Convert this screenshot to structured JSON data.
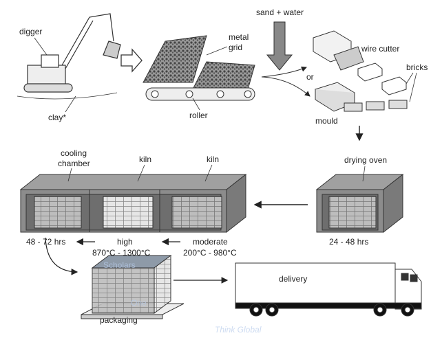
{
  "labels": {
    "digger": "digger",
    "clay": "clay*",
    "metal": "metal",
    "grid": "grid",
    "roller": "roller",
    "sand_water": "sand + water",
    "or": "or",
    "wire_cutter": "wire cutter",
    "bricks": "bricks",
    "mould": "mould",
    "drying_oven": "drying oven",
    "cooling": "cooling",
    "chamber": "chamber",
    "kiln_high": "kiln",
    "kiln_moderate": "kiln",
    "cooling_time": "48 - 72 hrs",
    "high": "high",
    "high_temp": "870°C - 1300°C",
    "moderate": "moderate",
    "moderate_temp": "200°C - 980°C",
    "drying_time": "24 - 48 hrs",
    "packaging": "packaging",
    "delivery": "delivery"
  },
  "watermark": {
    "line1": "Scholars",
    "line2": "One",
    "tagline": "Think Global"
  },
  "colors": {
    "box_gray": "#8c8c8c",
    "brick_gray": "#b5b5b5",
    "watermark": "#c9d8ef"
  }
}
